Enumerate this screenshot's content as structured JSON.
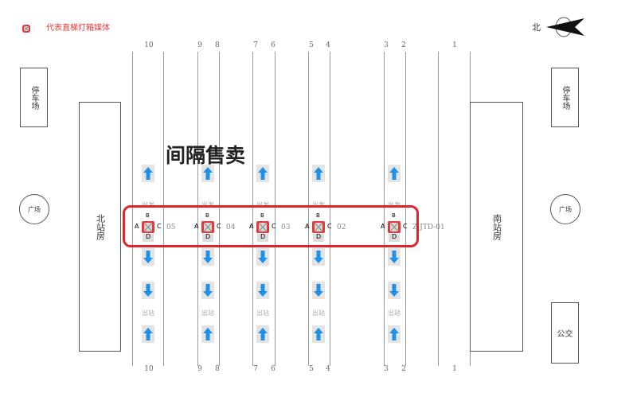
{
  "legend": {
    "icon": "elevator-lightbox-icon",
    "text": "代表直梯灯箱媒体",
    "color": "#e8393a"
  },
  "compass": {
    "label": "北",
    "icon": "north-arrow-icon"
  },
  "title": "间隔售卖",
  "track_numbers": [
    "10",
    "9",
    "8",
    "7",
    "6",
    "5",
    "4",
    "3",
    "2",
    "1"
  ],
  "left": {
    "parking": "停车场",
    "station": "北站房",
    "plaza": "广场"
  },
  "right": {
    "parking": "停车场",
    "station": "南站房",
    "plaza": "广场",
    "bus": "公交"
  },
  "platform_labels": {
    "depart": "出发",
    "exit": "出站"
  },
  "elevators": [
    {
      "code": "05",
      "a": "A",
      "b": "B",
      "c": "C",
      "d": "D"
    },
    {
      "code": "04",
      "a": "A",
      "b": "B",
      "c": "C",
      "d": "D"
    },
    {
      "code": "03",
      "a": "A",
      "b": "B",
      "c": "C",
      "d": "D"
    },
    {
      "code": "02",
      "a": "A",
      "b": "B",
      "c": "C",
      "d": "D"
    },
    {
      "code": "Z-JTD-01",
      "a": "A",
      "b": "B",
      "c": "C",
      "d": "D"
    }
  ],
  "colors": {
    "highlight": "#e0242a",
    "arrow": "#1e90e8",
    "media": "#e8393a"
  }
}
